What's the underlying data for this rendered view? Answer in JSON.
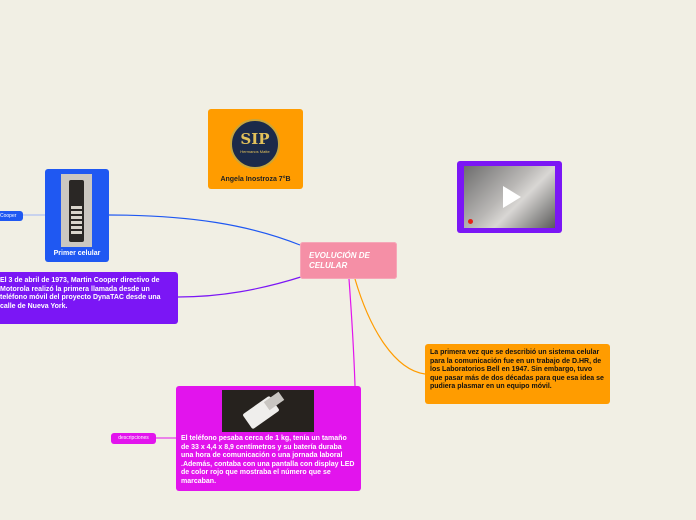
{
  "center": {
    "label": "EVOLUCIÓN DE CELULAR"
  },
  "nodes": {
    "angela": {
      "caption": "Angela Inostroza 7°B",
      "logo_text": "SIP",
      "logo_sub": "Hermanos Matte"
    },
    "video": {
      "icon": "play-icon"
    },
    "primer": {
      "caption": "Primer celular"
    },
    "cooper": {
      "label": "Cooper"
    },
    "april": {
      "text": "El 3 de abril de 1973, Martin Cooper directivo de Motorola realizó la primera llamada desde un teléfono móvil del proyecto DynaTAC desde una calle de Nueva York."
    },
    "primera": {
      "text": "La primera vez que se describió un sistema celular para la comunicación fue en un trabajo de D.HR, de los Laboratorios Bell en 1947. Sin embargo, tuvo que pasar más de dos décadas para que esa idea se pudiera plasmar en un equipo móvil."
    },
    "telefono": {
      "text": "El teléfono pesaba cerca de 1 kg, tenía un tamaño de 33 x 4,4 x 8,9 centímetros y su batería duraba una hora de comunicación o una jornada laboral .Además, contaba con una pantalla con display LED de color rojo que mostraba el número que se marcaban."
    },
    "desc": {
      "label": "descripciones"
    }
  },
  "colors": {
    "background": "#f1efe4",
    "center": "#f58fa6",
    "orange": "#ff9c00",
    "blue": "#1f58f2",
    "purple": "#7b16f5",
    "magenta": "#e214ed"
  }
}
